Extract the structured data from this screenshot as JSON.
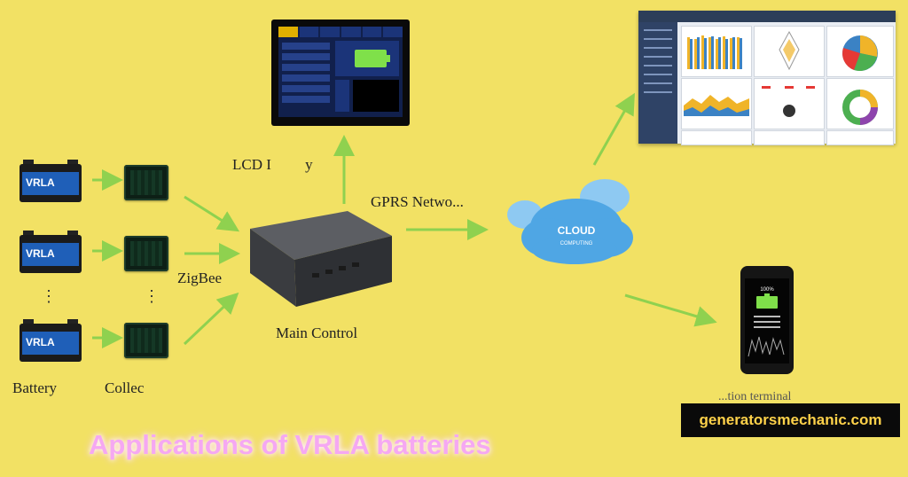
{
  "labels": {
    "lcd": "LCD I         y",
    "gprs": "GPRS Netwo...",
    "zigbee": "ZigBee",
    "main_control": "Main Control",
    "battery": "Battery",
    "collector": "Collec",
    "terminal": "...tion terminal",
    "battery_brand": "VRLA",
    "cloud_line1": "CLOUD",
    "cloud_line2": "COMPUTING",
    "phone_percent": "100%"
  },
  "website": "generatorsmechanic.com",
  "title": "Applications of VRLA batteries",
  "colors": {
    "background": "#f2e164",
    "arrow": "#8fd14f",
    "title": "#f5a8f2",
    "website_text": "#ffd24a"
  }
}
